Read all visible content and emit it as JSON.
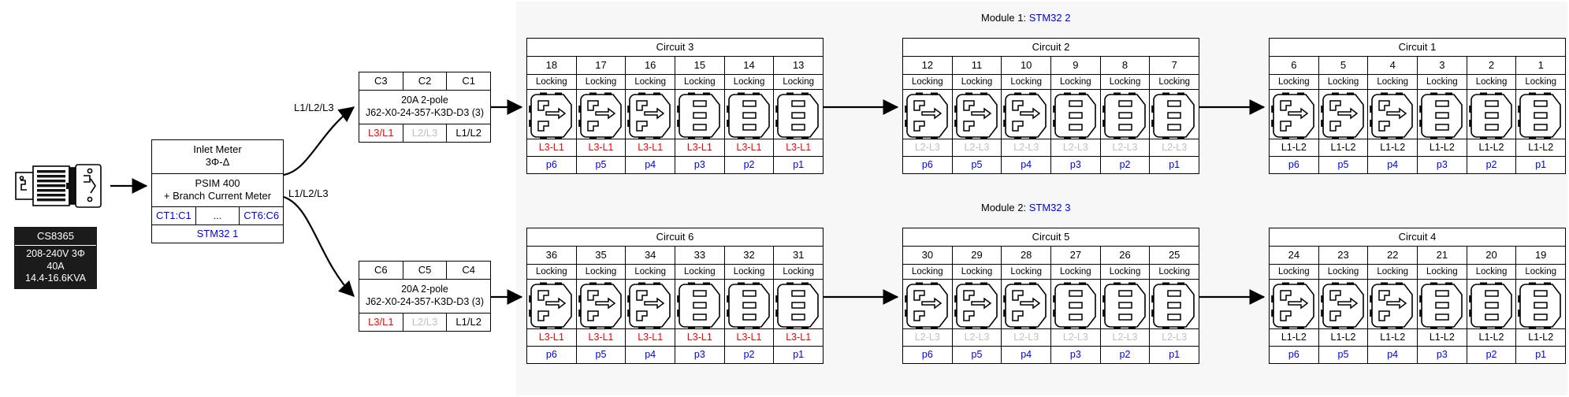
{
  "inlet": {
    "plug_icon": "nema-locking-plug-icon",
    "spec": {
      "model": "CS8365",
      "voltage": "208-240V 3Φ",
      "current": "40A",
      "power": "14.4-16.6KVA"
    }
  },
  "meter": {
    "title_line1": "Inlet Meter",
    "title_line2": "3Φ-Δ",
    "device_line1": "PSIM 400",
    "device_line2": "+ Branch Current Meter",
    "ct_cells": [
      "CT1:C1",
      "...",
      "CT6:C6"
    ],
    "controller": "STM32 1"
  },
  "feeds": [
    {
      "label": "L1/L2/L3"
    },
    {
      "label": "L1/L2/L3"
    }
  ],
  "breakers": [
    {
      "id": "breaker-top",
      "headers": [
        "C3",
        "C2",
        "C1"
      ],
      "rating": "20A 2-pole",
      "part_number": "J62-X0-24-357-K3D-D3 (3)",
      "phases": [
        {
          "text": "L3/L1",
          "color": "red"
        },
        {
          "text": "L2/L3",
          "color": "gray"
        },
        {
          "text": "L1/L2",
          "color": "black"
        }
      ]
    },
    {
      "id": "breaker-bottom",
      "headers": [
        "C6",
        "C5",
        "C4"
      ],
      "rating": "20A 2-pole",
      "part_number": "J62-X0-24-357-K3D-D3 (3)",
      "phases": [
        {
          "text": "L3/L1",
          "color": "red"
        },
        {
          "text": "L2/L3",
          "color": "gray"
        },
        {
          "text": "L1/L2",
          "color": "black"
        }
      ]
    }
  ],
  "modules": [
    {
      "label": "Module 1:",
      "controller": "STM32 2"
    },
    {
      "label": "Module 2:",
      "controller": "STM32 3"
    }
  ],
  "circuits": [
    {
      "title": "Circuit 3",
      "outlet_numbers": [
        "18",
        "17",
        "16",
        "15",
        "14",
        "13"
      ],
      "outlet_types": [
        "Locking",
        "Locking",
        "Locking",
        "Locking",
        "Locking",
        "Locking"
      ],
      "outlet_icons": [
        "c19-locking-outlet-icon",
        "c19-locking-outlet-icon",
        "c19-locking-outlet-icon",
        "c13-locking-outlet-icon",
        "c13-locking-outlet-icon",
        "c13-locking-outlet-icon"
      ],
      "phase": "L3-L1",
      "phase_color": "red",
      "ports": [
        "p6",
        "p5",
        "p4",
        "p3",
        "p2",
        "p1"
      ]
    },
    {
      "title": "Circuit 2",
      "outlet_numbers": [
        "12",
        "11",
        "10",
        "9",
        "8",
        "7"
      ],
      "outlet_types": [
        "Locking",
        "Locking",
        "Locking",
        "Locking",
        "Locking",
        "Locking"
      ],
      "outlet_icons": [
        "c19-locking-outlet-icon",
        "c19-locking-outlet-icon",
        "c19-locking-outlet-icon",
        "c13-locking-outlet-icon",
        "c13-locking-outlet-icon",
        "c13-locking-outlet-icon"
      ],
      "phase": "L2-L3",
      "phase_color": "gray",
      "ports": [
        "p6",
        "p5",
        "p4",
        "p3",
        "p2",
        "p1"
      ]
    },
    {
      "title": "Circuit 1",
      "outlet_numbers": [
        "6",
        "5",
        "4",
        "3",
        "2",
        "1"
      ],
      "outlet_types": [
        "Locking",
        "Locking",
        "Locking",
        "Locking",
        "Locking",
        "Locking"
      ],
      "outlet_icons": [
        "c19-locking-outlet-icon",
        "c19-locking-outlet-icon",
        "c19-locking-outlet-icon",
        "c13-locking-outlet-icon",
        "c13-locking-outlet-icon",
        "c13-locking-outlet-icon"
      ],
      "phase": "L1-L2",
      "phase_color": "black",
      "ports": [
        "p6",
        "p5",
        "p4",
        "p3",
        "p2",
        "p1"
      ]
    },
    {
      "title": "Circuit 6",
      "outlet_numbers": [
        "36",
        "35",
        "34",
        "33",
        "32",
        "31"
      ],
      "outlet_types": [
        "Locking",
        "Locking",
        "Locking",
        "Locking",
        "Locking",
        "Locking"
      ],
      "outlet_icons": [
        "c19-locking-outlet-icon",
        "c19-locking-outlet-icon",
        "c19-locking-outlet-icon",
        "c13-locking-outlet-icon",
        "c13-locking-outlet-icon",
        "c13-locking-outlet-icon"
      ],
      "phase": "L3-L1",
      "phase_color": "red",
      "ports": [
        "p6",
        "p5",
        "p4",
        "p3",
        "p2",
        "p1"
      ]
    },
    {
      "title": "Circuit 5",
      "outlet_numbers": [
        "30",
        "29",
        "28",
        "27",
        "26",
        "25"
      ],
      "outlet_types": [
        "Locking",
        "Locking",
        "Locking",
        "Locking",
        "Locking",
        "Locking"
      ],
      "outlet_icons": [
        "c19-locking-outlet-icon",
        "c19-locking-outlet-icon",
        "c19-locking-outlet-icon",
        "c13-locking-outlet-icon",
        "c13-locking-outlet-icon",
        "c13-locking-outlet-icon"
      ],
      "phase": "L2-L3",
      "phase_color": "gray",
      "ports": [
        "p6",
        "p5",
        "p4",
        "p3",
        "p2",
        "p1"
      ]
    },
    {
      "title": "Circuit 4",
      "outlet_numbers": [
        "24",
        "23",
        "22",
        "21",
        "20",
        "19"
      ],
      "outlet_types": [
        "Locking",
        "Locking",
        "Locking",
        "Locking",
        "Locking",
        "Locking"
      ],
      "outlet_icons": [
        "c19-locking-outlet-icon",
        "c19-locking-outlet-icon",
        "c19-locking-outlet-icon",
        "c13-locking-outlet-icon",
        "c13-locking-outlet-icon",
        "c13-locking-outlet-icon"
      ],
      "phase": "L1-L2",
      "phase_color": "black",
      "ports": [
        "p6",
        "p5",
        "p4",
        "p3",
        "p2",
        "p1"
      ]
    }
  ],
  "colors": {
    "phase_red": "#ff0000",
    "phase_gray": "#bfbfbf",
    "phase_black": "#000000",
    "blue_text": "#0000e8",
    "panel_bg": "#f7f7f7",
    "label_bg": "#1b1b1b"
  }
}
